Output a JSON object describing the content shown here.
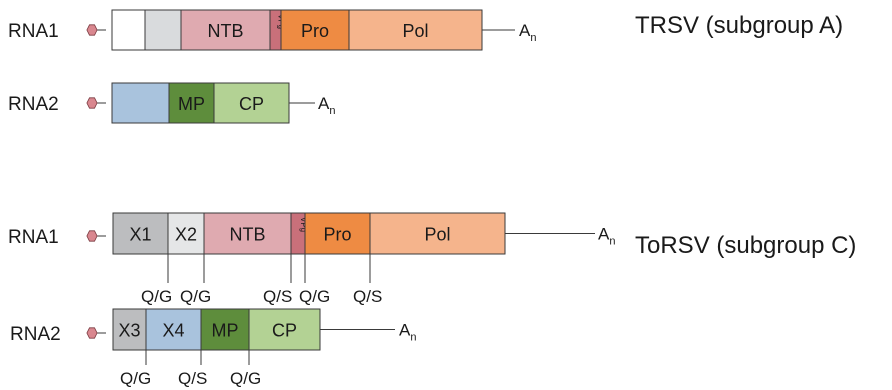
{
  "colors": {
    "cap": "#d9878f",
    "cap_stroke": "#7a3b41",
    "white": "#ffffff",
    "light_gray": "#d9dbdd",
    "ntb": "#dfaab0",
    "vpg": "#c9707a",
    "pro": "#ee8b43",
    "pol": "#f5b48c",
    "blue": "#a9c3dd",
    "mp": "#5e8d3c",
    "cp": "#b3d294",
    "gray": "#bcbdbf",
    "x2": "#e5e6e7",
    "vpg_text": "#6b2a14"
  },
  "trsv": {
    "title": "TRSV (subgroup A)",
    "rna1": {
      "label": "RNA1",
      "tail": "A",
      "tail_sub": "n",
      "segments": [
        {
          "name": "",
          "color": "white"
        },
        {
          "name": "",
          "color": "light_gray"
        },
        {
          "name": "NTB",
          "color": "ntb"
        },
        {
          "name": "VPg",
          "color": "vpg",
          "vpg": true
        },
        {
          "name": "Pro",
          "color": "pro"
        },
        {
          "name": "Pol",
          "color": "pol"
        }
      ]
    },
    "rna2": {
      "label": "RNA2",
      "tail": "A",
      "tail_sub": "n",
      "segments": [
        {
          "name": "",
          "color": "blue"
        },
        {
          "name": "MP",
          "color": "mp"
        },
        {
          "name": "CP",
          "color": "cp"
        }
      ]
    }
  },
  "torsv": {
    "title": "ToRSV (subgroup C)",
    "rna1": {
      "label": "RNA1",
      "tail": "A",
      "tail_sub": "n",
      "segments": [
        {
          "name": "X1",
          "color": "gray"
        },
        {
          "name": "X2",
          "color": "x2"
        },
        {
          "name": "NTB",
          "color": "ntb"
        },
        {
          "name": "VPg",
          "color": "vpg",
          "vpg": true
        },
        {
          "name": "Pro",
          "color": "pro"
        },
        {
          "name": "Pol",
          "color": "pol"
        }
      ],
      "cleavage_sites": [
        "Q/G",
        "Q/G",
        "Q/S",
        "Q/G",
        "Q/S"
      ]
    },
    "rna2": {
      "label": "RNA2",
      "tail": "A",
      "tail_sub": "n",
      "segments": [
        {
          "name": "X3",
          "color": "gray"
        },
        {
          "name": "X4",
          "color": "blue"
        },
        {
          "name": "MP",
          "color": "mp"
        },
        {
          "name": "CP",
          "color": "cp"
        }
      ],
      "cleavage_sites": [
        "Q/G",
        "Q/S",
        "Q/G"
      ]
    }
  }
}
